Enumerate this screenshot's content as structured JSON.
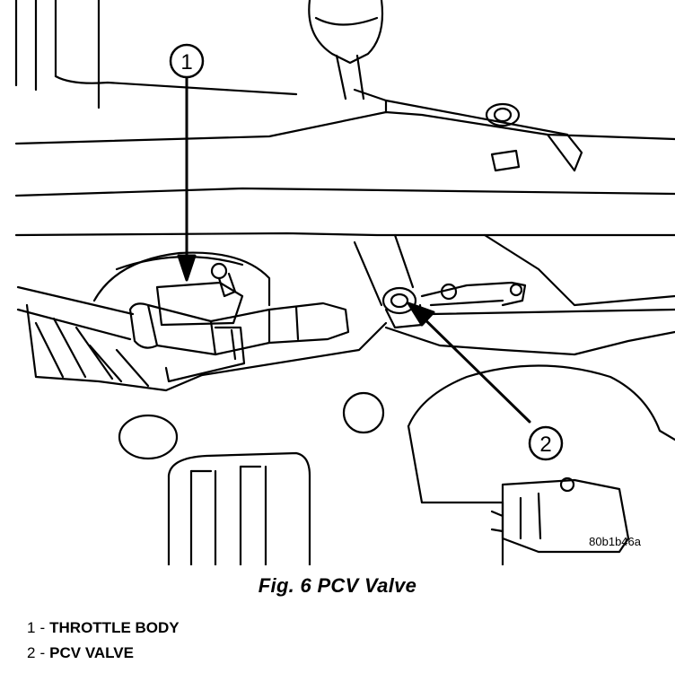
{
  "figure": {
    "code": "80b1b46a",
    "caption": "Fig. 6 PCV Valve"
  },
  "callouts": [
    {
      "number": "1"
    },
    {
      "number": "2"
    }
  ],
  "legend": [
    {
      "number": "1",
      "separator": "-",
      "label": "THROTTLE BODY"
    },
    {
      "number": "2",
      "separator": "-",
      "label": "PCV VALVE"
    }
  ]
}
